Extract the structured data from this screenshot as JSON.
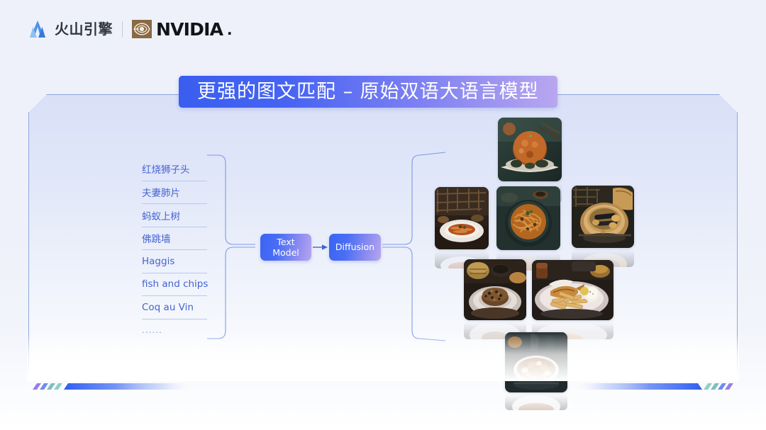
{
  "brand": {
    "volcano_engine_name": "火山引擎",
    "volcano_engine_icon": "volcano-mountain-icon",
    "separator": "|",
    "nvidia_name": "NVIDIA",
    "nvidia_suffix": ".",
    "nvidia_icon": "nvidia-eye-icon",
    "colors": {
      "volcano_blue": "#3c7ce0",
      "nvidia_mark": "#8a6a43",
      "text_dark": "#30353d"
    }
  },
  "title": {
    "text": "更强的图文匹配 – 原始双语大语言模型",
    "gradient_from": "#3a5ef0",
    "gradient_to": "#b9a6ef",
    "text_color": "#ffffff"
  },
  "dish_list": {
    "items": [
      {
        "label": "红烧狮子头",
        "script": "zh"
      },
      {
        "label": "夫妻肺片",
        "script": "zh"
      },
      {
        "label": "蚂蚁上树",
        "script": "zh"
      },
      {
        "label": "佛跳墙",
        "script": "zh"
      },
      {
        "label": "Haggis",
        "script": "latin"
      },
      {
        "label": "fish and chips",
        "script": "latin"
      },
      {
        "label": "Coq au Vin",
        "script": "latin"
      },
      {
        "label": "......",
        "script": "ellipsis"
      }
    ],
    "text_color": "#4663cf",
    "divider_color": "#b9c8ea"
  },
  "pipeline": {
    "nodes": [
      {
        "id": "text-model",
        "label": "Text\nModel"
      },
      {
        "id": "diffusion",
        "label": "Diffusion"
      }
    ],
    "arrow_icon": "arrow-right-icon",
    "left_brace_icon": "curly-brace-right-icon",
    "right_brace_icon": "curly-brace-left-icon",
    "node_gradient_from": "#3a64f3",
    "node_gradient_to": "#b7a6ee"
  },
  "gallery": {
    "photos": [
      {
        "id": "photo-1",
        "alt": "braised-lion-head-meatball"
      },
      {
        "id": "photo-2",
        "alt": "fuqi-feipian-sliced-beef"
      },
      {
        "id": "photo-3",
        "alt": "ants-climbing-tree-noodles"
      },
      {
        "id": "photo-4",
        "alt": "buddha-jumps-over-wall-pot"
      },
      {
        "id": "photo-5",
        "alt": "haggis-plate"
      },
      {
        "id": "photo-6",
        "alt": "fish-and-chips-plate"
      },
      {
        "id": "photo-7",
        "alt": "coq-au-vin-pan"
      }
    ]
  },
  "card": {
    "border_color": "#8fa6e0",
    "fill_top": "#d9e0f7",
    "fill_bottom": "#ffffff"
  },
  "decorations": {
    "bottom_left_icon": "diagonal-stripe-bar-icon",
    "bottom_right_icon": "diagonal-stripe-bar-icon",
    "accent_color": "#2f5ef0"
  },
  "background_color": "#eef1fa"
}
